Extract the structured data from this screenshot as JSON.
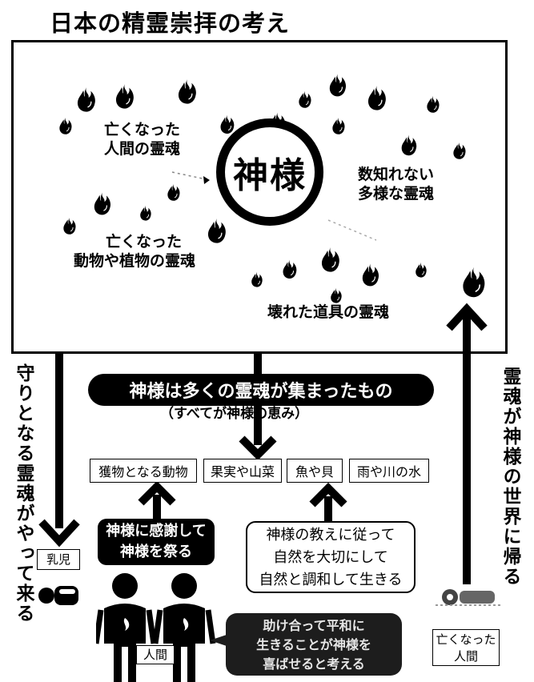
{
  "title": "日本の精霊崇拝の考え",
  "center": {
    "label": "神様"
  },
  "spirit_labels": {
    "human_spirits": [
      "亡くなった",
      "人間の霊魂"
    ],
    "countless_spirits": [
      "数知れない",
      "多様な霊魂"
    ],
    "animal_plant_spirits": [
      "亡くなった",
      "動物や植物の霊魂"
    ],
    "broken_tool_spirits": "壊れた道具の霊魂"
  },
  "main_statement": "神様は多くの霊魂が集まったもの",
  "sub_statement": "（すべてが神様の恵み）",
  "gifts": [
    "獲物となる動物",
    "果実や山菜",
    "魚や貝",
    "雨や川の水"
  ],
  "left_vertical": "守りとなる霊魂がやって来る",
  "right_vertical": "霊魂が神様の世界に帰る",
  "worship": [
    "神様に感謝して",
    "神様を祭る"
  ],
  "teaching": [
    "神様の教えに従って",
    "自然を大切にして",
    "自然と調和して生きる"
  ],
  "infant_label": "乳児",
  "human_label": "人間",
  "deceased_label": [
    "亡くなった",
    "人間"
  ],
  "cooperation": [
    "助け合って平和に",
    "生きることが神様を",
    "喜ばせると考える"
  ],
  "icons": {
    "spirit": "flame-icon",
    "baby": "baby-icon",
    "person": "person-icon",
    "deceased": "lying-person-icon"
  },
  "colors": {
    "ink": "#000000",
    "paper": "#ffffff",
    "bubble": "#1d1d1d"
  }
}
